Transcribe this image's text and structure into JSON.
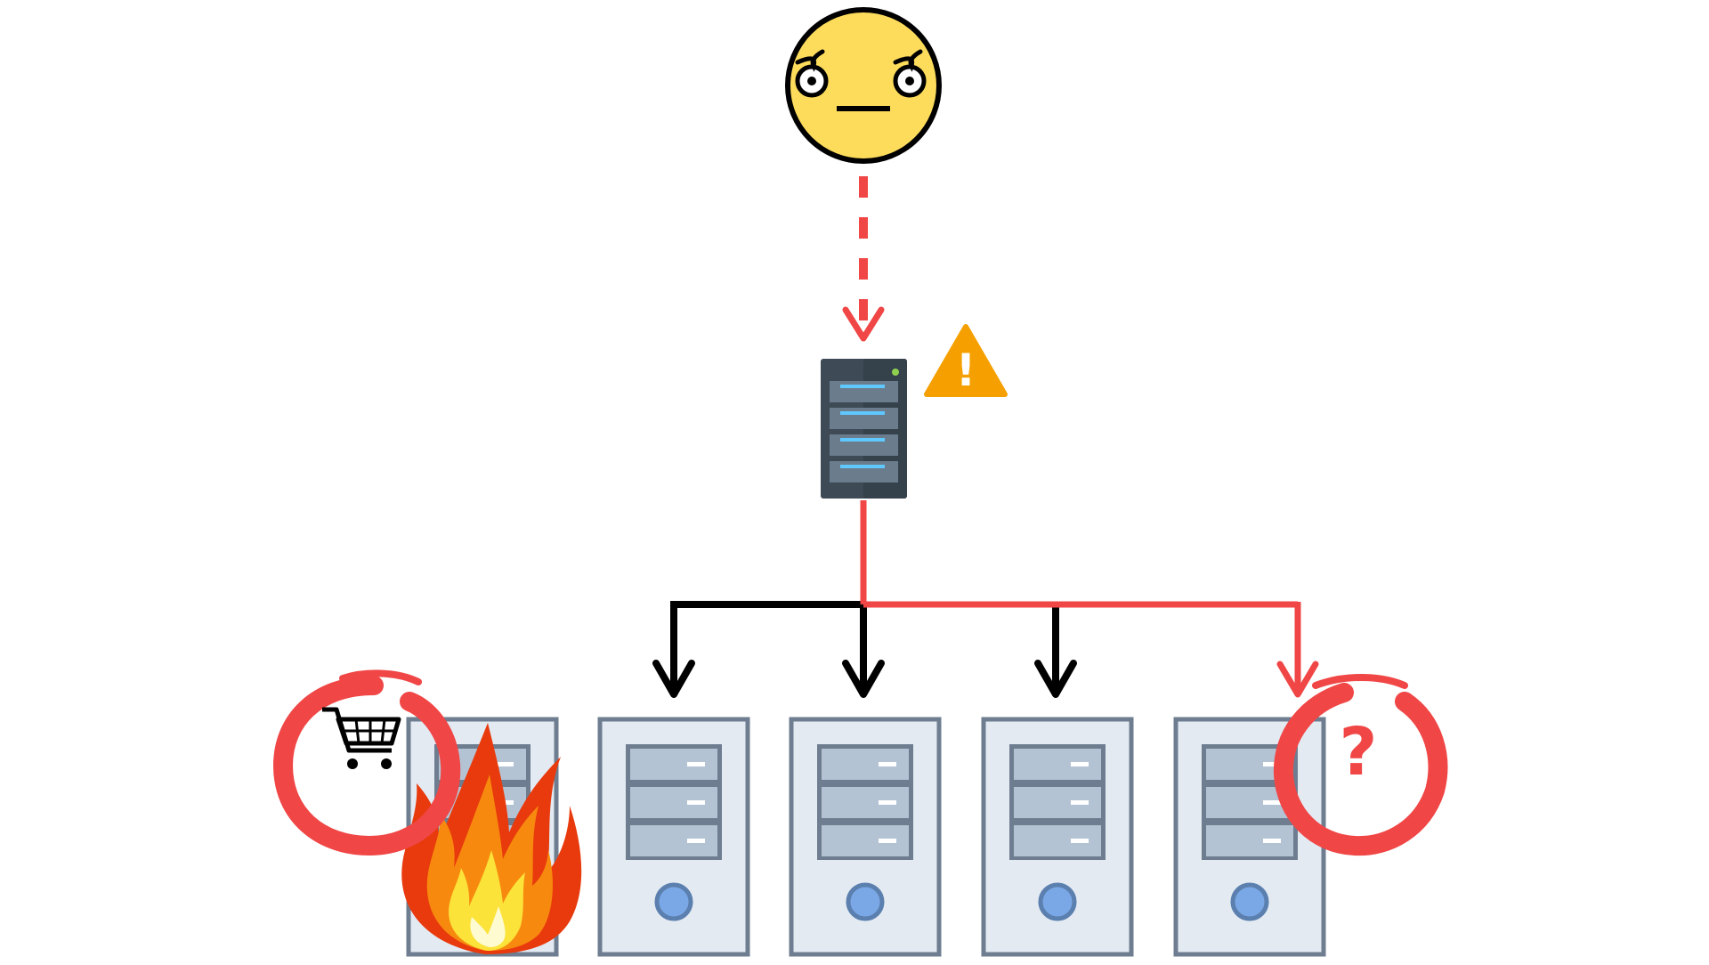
{
  "colors": {
    "background": "#ffffff",
    "alert_red": "#f04646",
    "arrow_black": "#000000",
    "face_yellow": "#fddc5c",
    "warning_orange": "#f5a000",
    "rack_dark": "#3e4a55",
    "rack_led_blue": "#5fc8ff",
    "server_body": "#e3eaf2",
    "server_border": "#6e7d90",
    "server_bay": "#b4c3d4",
    "power_button": "#7aa8e6",
    "flame_red": "#e83a0c",
    "flame_orange": "#f7890f",
    "flame_yellow": "#fbe33a"
  },
  "user": {
    "icon": "look-of-disapproval-face-icon"
  },
  "load_balancer": {
    "icon": "server-rack-icon",
    "status_icon": "warning-triangle-icon",
    "warning_glyph": "!"
  },
  "servers": [
    {
      "icon": "server-tower-icon",
      "state": "on-fire",
      "badge_icon": "shopping-cart-icon"
    },
    {
      "icon": "server-tower-icon",
      "state": "normal"
    },
    {
      "icon": "server-tower-icon",
      "state": "normal"
    },
    {
      "icon": "server-tower-icon",
      "state": "normal"
    },
    {
      "icon": "server-tower-icon",
      "state": "routed-target",
      "badge_icon": "question-mark-icon",
      "badge_glyph": "?"
    }
  ],
  "connections": {
    "user_to_balancer": {
      "style": "dashed",
      "color": "alert_red"
    },
    "balancer_to_servers": [
      {
        "to_server": 1,
        "color": "arrow_black"
      },
      {
        "to_server": 2,
        "color": "arrow_black"
      },
      {
        "to_server": 3,
        "color": "arrow_black"
      },
      {
        "to_server": 4,
        "color": "alert_red"
      }
    ]
  }
}
